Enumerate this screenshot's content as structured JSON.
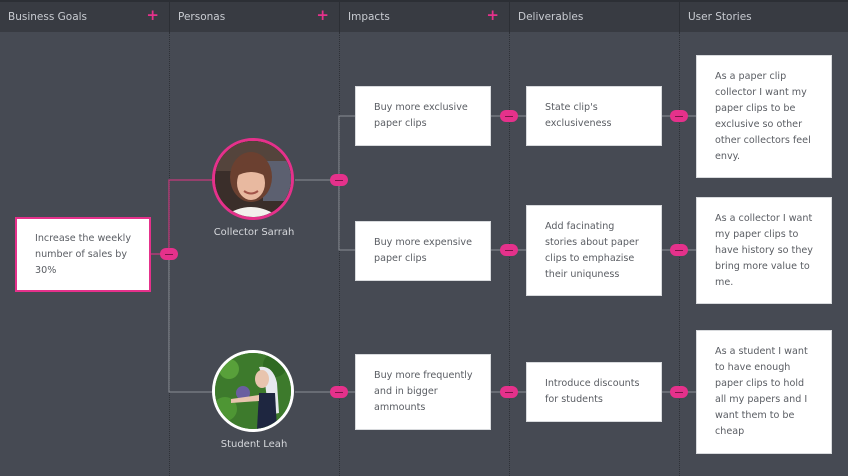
{
  "columns": [
    {
      "label": "Business Goals",
      "has_add": true,
      "add_icon": "+"
    },
    {
      "label": "Personas",
      "has_add": true,
      "add_icon": "+"
    },
    {
      "label": "Impacts",
      "has_add": true,
      "add_icon": "+"
    },
    {
      "label": "Deliverables",
      "has_add": false
    },
    {
      "label": "User Stories",
      "has_add": false
    }
  ],
  "business_goal": {
    "lines": [
      "Increase the weekly",
      "number of sales by",
      "30%"
    ]
  },
  "personas": [
    {
      "name": "Collector Sarrah",
      "avatar": "photo-woman-brown-hair",
      "highlighted": true
    },
    {
      "name": "Student Leah",
      "avatar": "photo-woman-white-hair-garden",
      "highlighted": false
    }
  ],
  "impacts": [
    {
      "lines": [
        "Buy more exclusive",
        "paper clips"
      ]
    },
    {
      "lines": [
        "Buy more expensive",
        "paper clips"
      ]
    },
    {
      "lines": [
        "Buy more frequently",
        "and in bigger",
        "ammounts"
      ]
    }
  ],
  "deliverables": [
    {
      "lines": [
        "State clip's",
        "exclusiveness"
      ]
    },
    {
      "lines": [
        "Add facinating",
        "stories about paper",
        "clips to emphazise",
        "their uniquness"
      ]
    },
    {
      "lines": [
        "Introduce discounts",
        "for students"
      ]
    }
  ],
  "user_stories": [
    {
      "lines": [
        "As a paper clip",
        "collector I want my",
        "paper clips to be",
        "exclusive so other",
        "other collectors feel",
        "envy."
      ]
    },
    {
      "lines": [
        "As a collector I want",
        "my paper clips to",
        "have history so they",
        "bring more value to",
        "me."
      ]
    },
    {
      "lines": [
        "As a student I want",
        "to have enough",
        "paper clips to hold",
        "all my papers and I",
        "want them to be",
        "cheap"
      ]
    }
  ],
  "colors": {
    "accent": "#e5318b",
    "background": "#464a53",
    "header": "#383b42",
    "connector": "#8a8e96",
    "card": "#ffffff"
  }
}
